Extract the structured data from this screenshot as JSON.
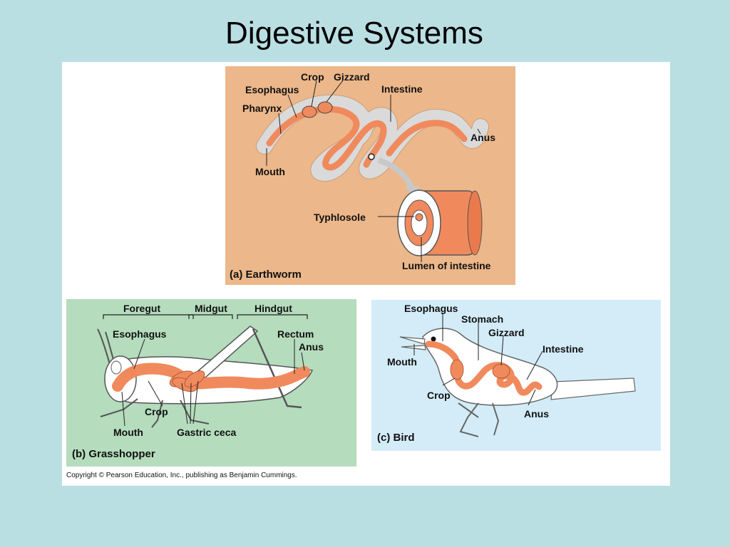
{
  "title": "Digestive Systems",
  "colors": {
    "background": "#b9dfe3",
    "earthworm_panel": "#ecb78a",
    "grasshopper_panel": "#b5dcbd",
    "bird_panel": "#d3ecf8",
    "digestive_tract": "#f08a5d"
  },
  "earthworm": {
    "caption": "(a) Earthworm",
    "labels": {
      "crop": "Crop",
      "gizzard": "Gizzard",
      "esophagus": "Esophagus",
      "intestine": "Intestine",
      "pharynx": "Pharynx",
      "anus": "Anus",
      "mouth": "Mouth",
      "typhlosole": "Typhlosole",
      "lumen": "Lumen of intestine"
    }
  },
  "grasshopper": {
    "caption": "(b) Grasshopper",
    "labels": {
      "foregut": "Foregut",
      "midgut": "Midgut",
      "hindgut": "Hindgut",
      "esophagus": "Esophagus",
      "rectum": "Rectum",
      "anus": "Anus",
      "crop": "Crop",
      "mouth": "Mouth",
      "gastric_ceca": "Gastric ceca"
    }
  },
  "bird": {
    "caption": "(c) Bird",
    "labels": {
      "esophagus": "Esophagus",
      "stomach": "Stomach",
      "gizzard": "Gizzard",
      "intestine": "Intestine",
      "mouth": "Mouth",
      "crop": "Crop",
      "anus": "Anus"
    }
  },
  "copyright": "Copyright © Pearson Education, Inc., publishing as Benjamin Cummings."
}
